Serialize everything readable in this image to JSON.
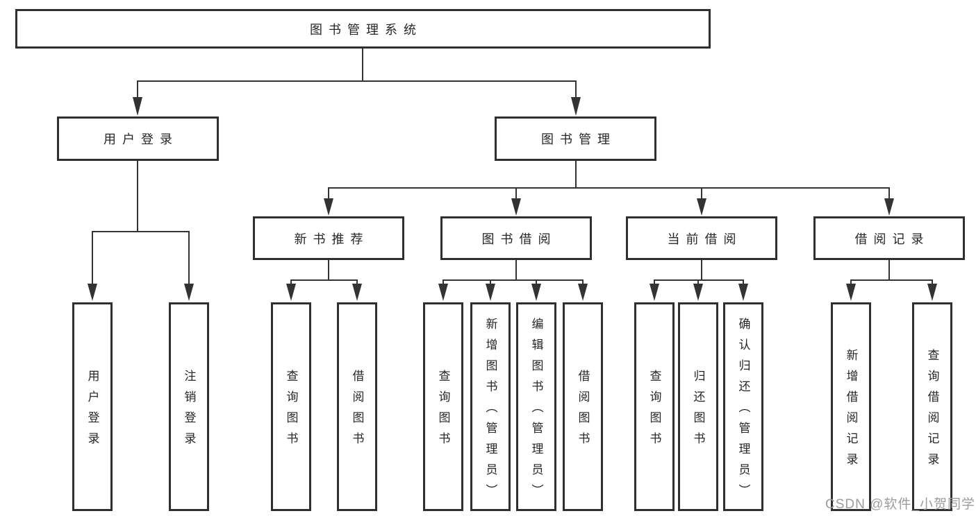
{
  "tree": {
    "root": "图书管理系统",
    "branches": [
      {
        "label": "用户登录",
        "children": [
          "用户登录",
          "注销登录"
        ]
      },
      {
        "label": "图书管理",
        "groups": [
          {
            "label": "新书推荐",
            "children": [
              "查询图书",
              "借阅图书"
            ]
          },
          {
            "label": "图书借阅",
            "children": [
              "查询图书",
              "新增图书（管理员）",
              "编辑图书（管理员）",
              "借阅图书"
            ]
          },
          {
            "label": "当前借阅",
            "children": [
              "查询图书",
              "归还图书",
              "确认归还（管理员）"
            ]
          },
          {
            "label": "借阅记录",
            "children": [
              "新增借阅记录",
              "查询借阅记录"
            ]
          }
        ]
      }
    ]
  },
  "watermark": {
    "text": "CSDN @软件_小贺同学"
  },
  "colors": {
    "line": "#333333",
    "box_border": "#2f2f2f",
    "text": "#262626",
    "watermark": "#9c9c9c",
    "background": "#ffffff"
  }
}
